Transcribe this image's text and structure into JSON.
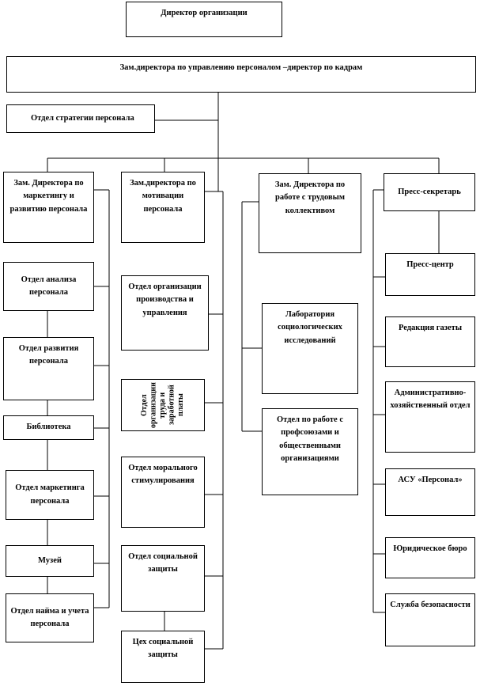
{
  "director": "Директор организации",
  "deputy_hr": "Зам.директора по управлению персоналом –директор по кадрам",
  "strategy_dept": "Отдел стратегии персонала",
  "column1": {
    "head": "Зам. Директора по маркетингу и развитию персонала",
    "units": [
      "Отдел анализа персонала",
      "Отдел развития персонала",
      "Библиотека",
      "Отдел маркетинга персонала",
      "Музей",
      "Отдел найма и учета персонала"
    ]
  },
  "column2": {
    "head": "Зам.директора по мотивации персонала",
    "units": [
      "Отдел организации производства и управления",
      "Отдел организации труда и заработной платы",
      "Отдел морального стимулирования",
      "Отдел социальной защиты",
      "Цех социальной защиты"
    ]
  },
  "column3": {
    "head": "Зам. Директора по работе с трудовым коллективом",
    "units": [
      "Лаборатория социологических исследований",
      "Отдел по работе с профсоюзами и общественными организациями"
    ]
  },
  "column4": {
    "head": "Пресс-секретарь",
    "units": [
      "Пресс-центр",
      "Редакция газеты",
      "Административно-хозяйственный отдел",
      "АСУ «Персонал»",
      "Юридическое бюро",
      "Служба безопасности"
    ]
  }
}
